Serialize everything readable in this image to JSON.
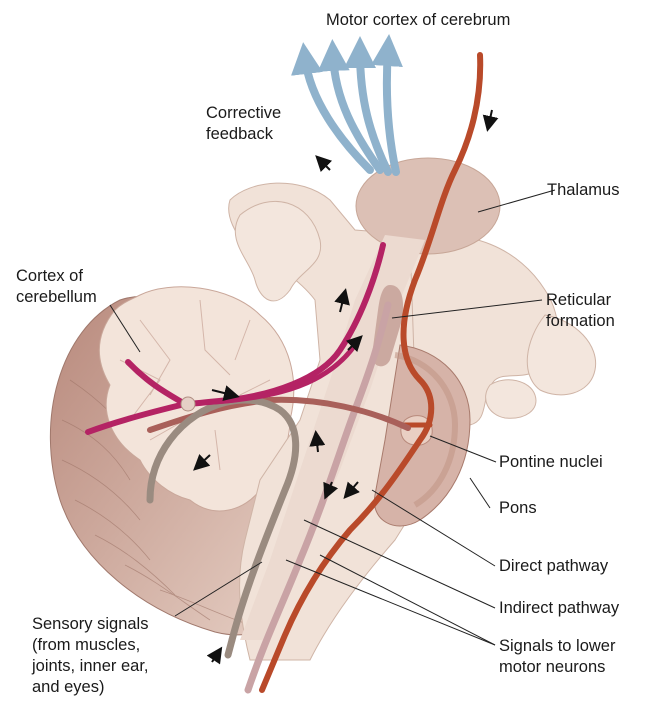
{
  "labels": {
    "motor_cortex": "Motor cortex of cerebrum",
    "corrective_feedback": "Corrective\nfeedback",
    "thalamus": "Thalamus",
    "cortex_cerebellum": "Cortex of\ncerebellum",
    "reticular_formation": "Reticular\nformation",
    "pontine_nuclei": "Pontine nuclei",
    "pons": "Pons",
    "direct_pathway": "Direct pathway",
    "indirect_pathway": "Indirect pathway",
    "signals_lower": "Signals to lower\nmotor neurons",
    "sensory_signals": "Sensory signals\n(from muscles,\njoints, inner ear,\nand eyes)"
  },
  "colors": {
    "tissue": "#f1e2d8",
    "tissue_dark": "#d9bfb0",
    "cerebellum_shadow": "#c49a8b",
    "thalamus": "#dcc0b5",
    "cerebellar_pathway": "#b42364",
    "corticopontine": "#a9605a",
    "direct_pathway": "#b94a2a",
    "indirect_pathway": "#c9a3a5",
    "sensory": "#9a8b80",
    "feedback": "#8fb2cc",
    "arrow": "#111111"
  }
}
